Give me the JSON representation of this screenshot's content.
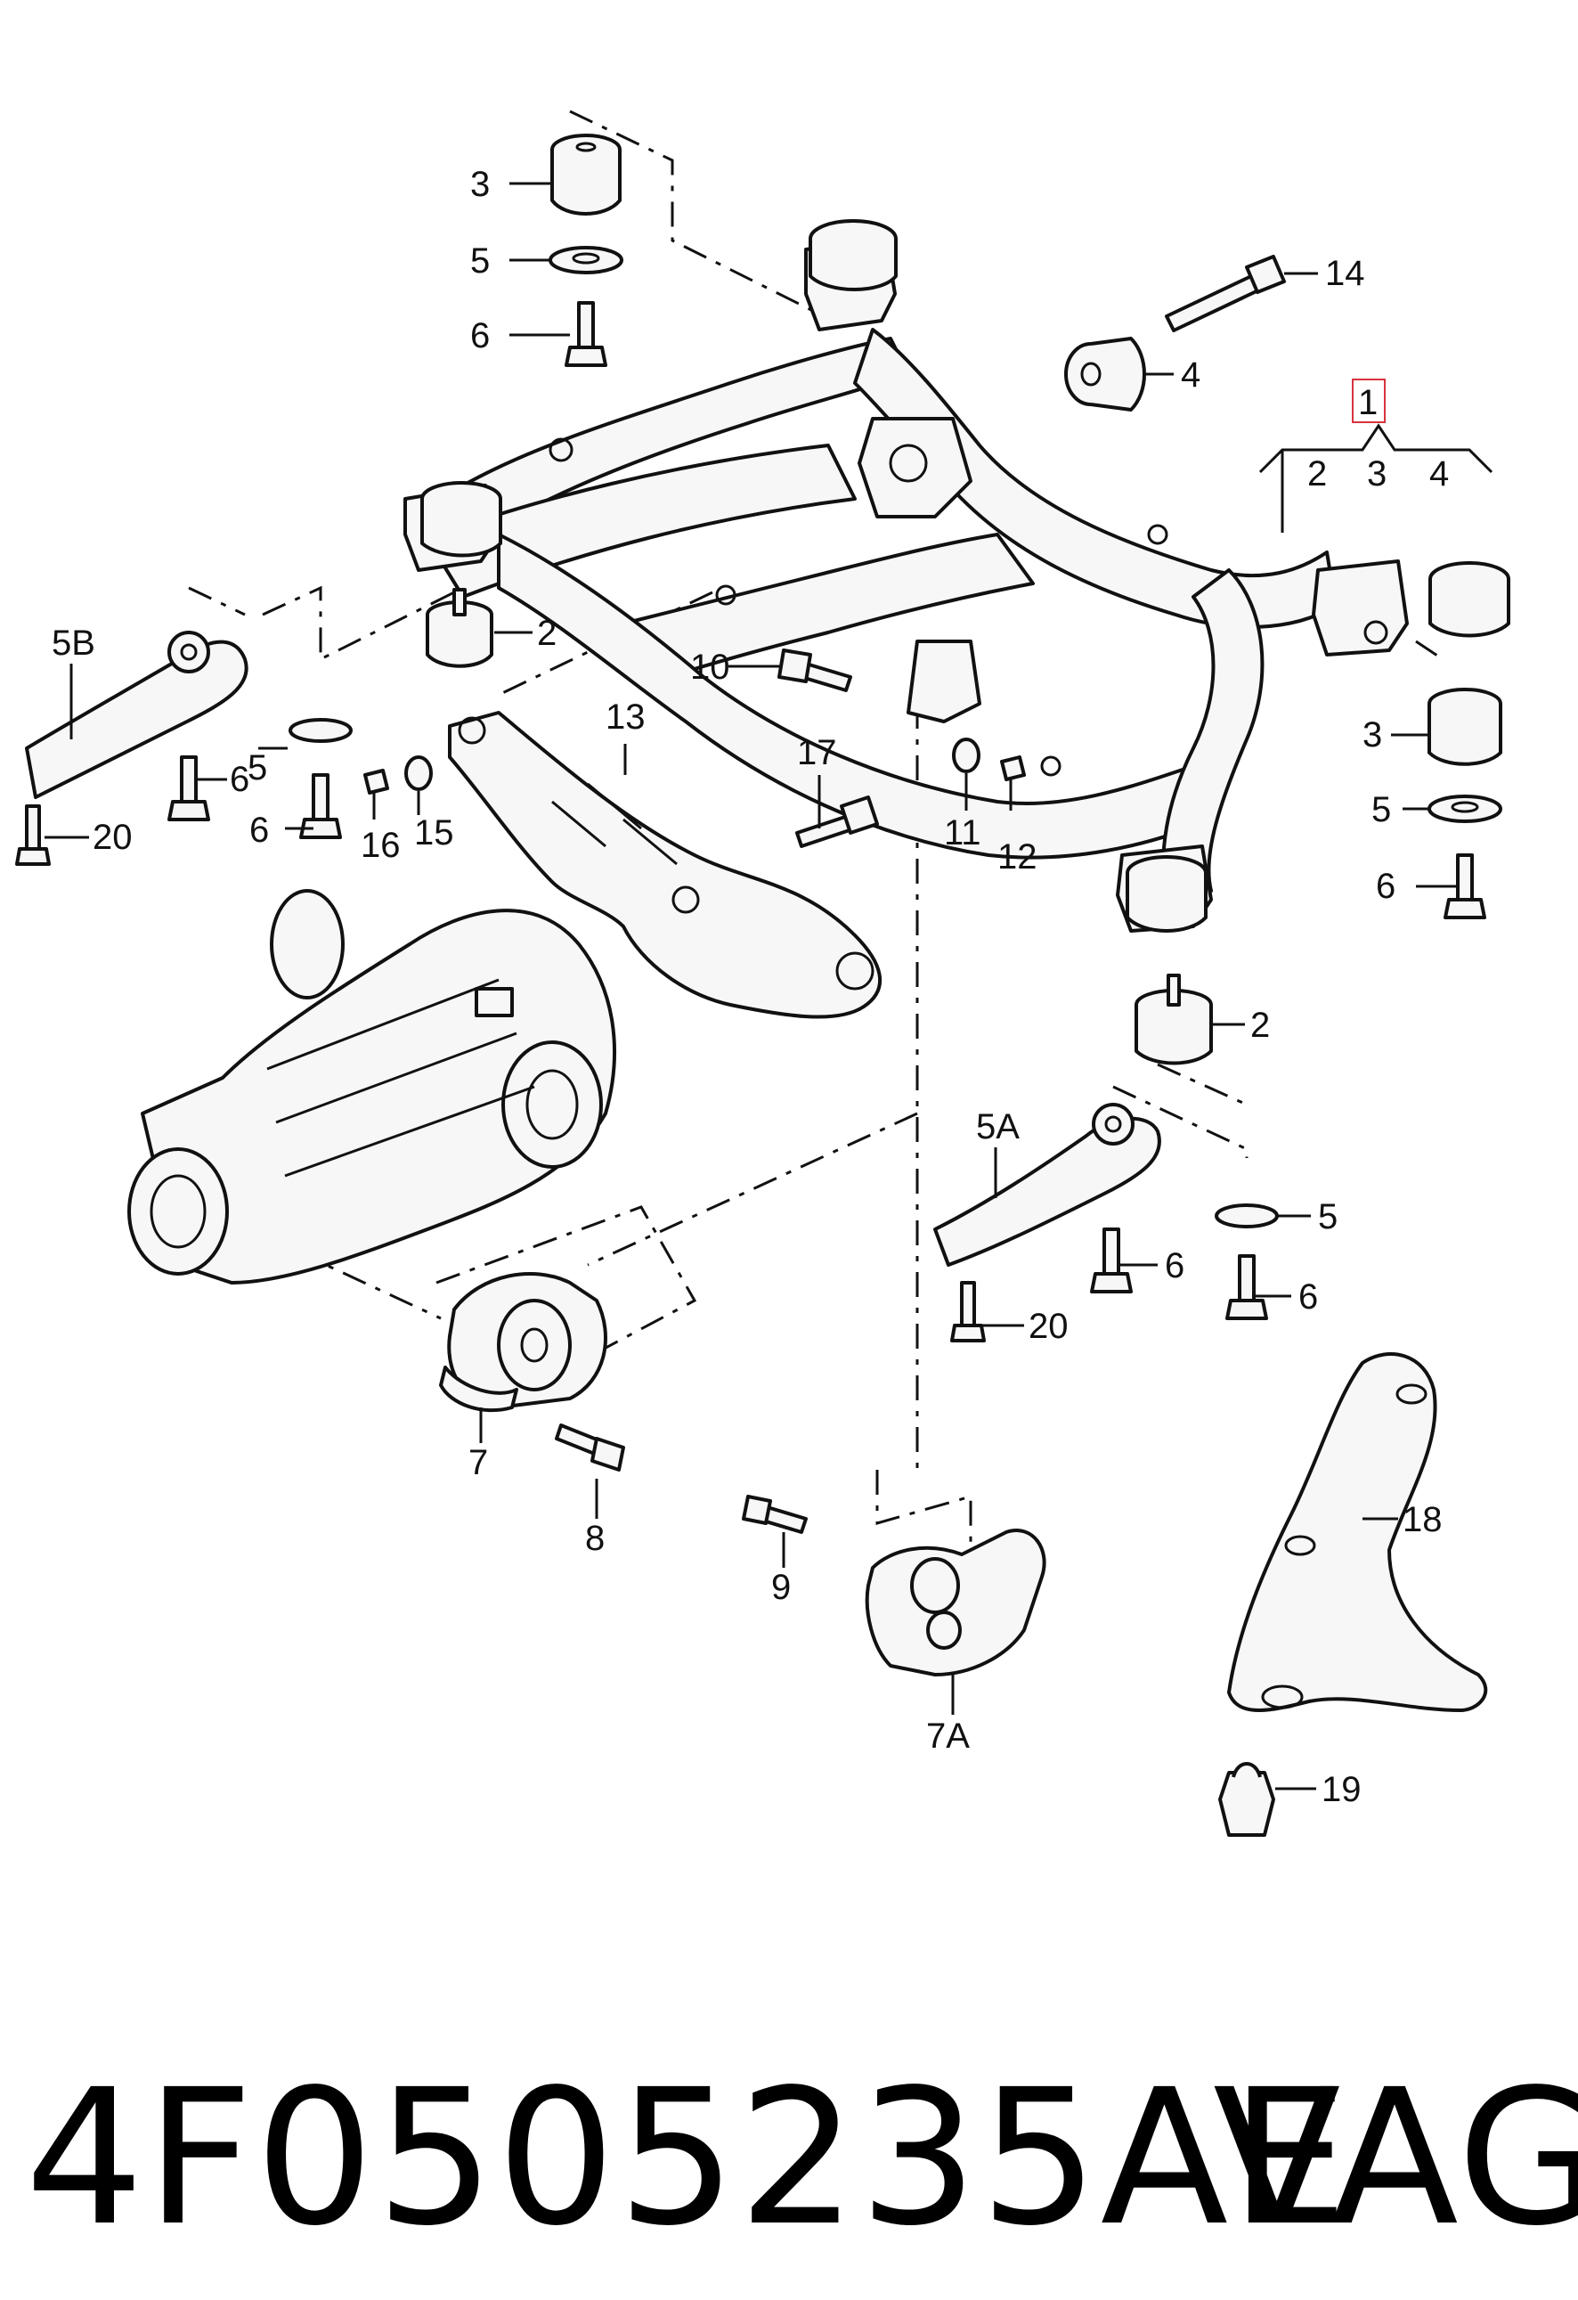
{
  "callouts": {
    "c1": "1",
    "c1_sub2": "2",
    "c1_sub3": "3",
    "c1_sub4": "4",
    "c2_top": "2",
    "c2_right": "2",
    "c3_top": "3",
    "c3_right": "3",
    "c4": "4",
    "c5_top": "5",
    "c5_left": "5",
    "c5_right_upper": "5",
    "c5_right_lower": "5",
    "c5A": "5A",
    "c5B": "5B",
    "c6_top": "6",
    "c6_left_a": "6",
    "c6_left_b": "6",
    "c6_right_top": "6",
    "c6_right_a": "6",
    "c6_right_b": "6",
    "c7": "7",
    "c7A": "7A",
    "c8": "8",
    "c9": "9",
    "c10": "10",
    "c11": "11",
    "c12": "12",
    "c13": "13",
    "c14": "14",
    "c15": "15",
    "c16": "16",
    "c17": "17",
    "c18": "18",
    "c19": "19",
    "c20_left": "20",
    "c20_right": "20"
  },
  "footer": {
    "part_number": "4F0505235AE",
    "brand": "VAG"
  },
  "colors": {
    "line": "#111111",
    "highlight_box": "#d9333f"
  }
}
